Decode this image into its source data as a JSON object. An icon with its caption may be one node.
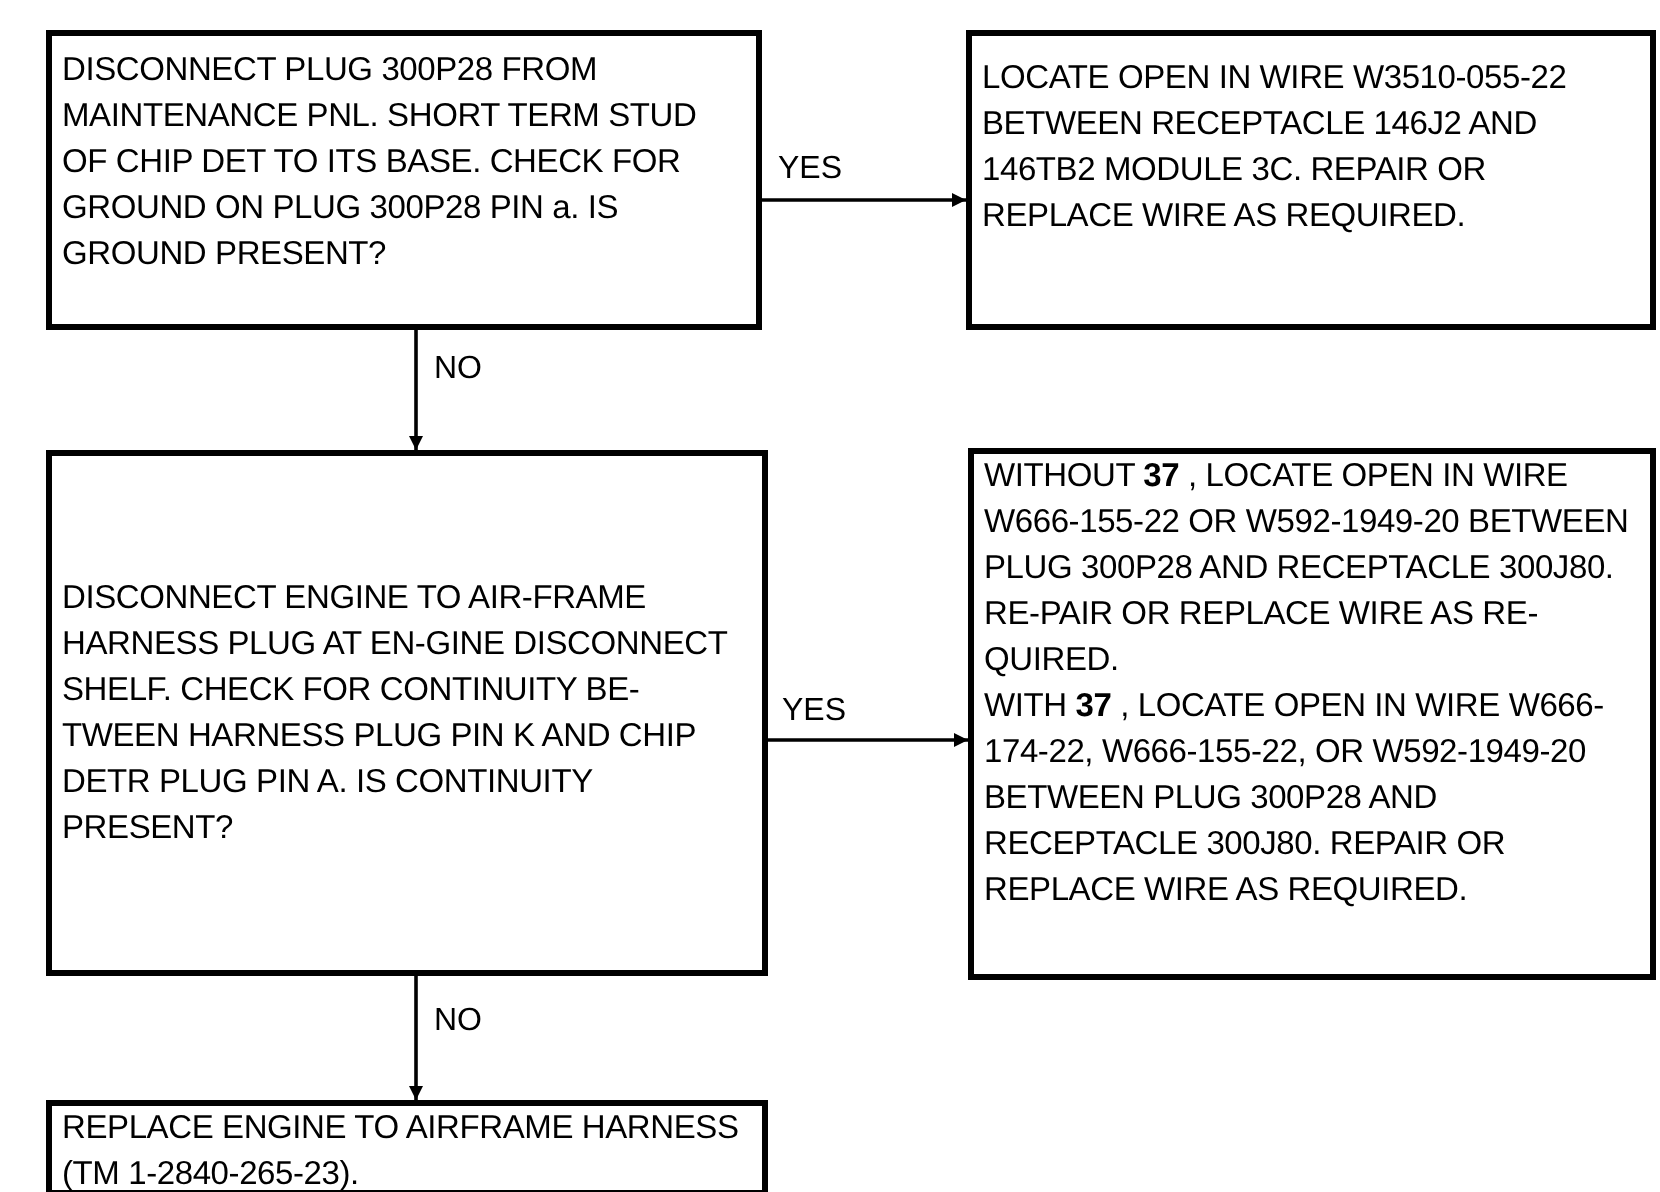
{
  "diagram": {
    "nodes": [
      {
        "text": [
          "DISCONNECT PLUG 300P28 FROM MAINTENANCE PNL. SHORT TERM STUD OF CHIP DET TO ITS BASE. CHECK FOR GROUND ON PLUG 300P28 PIN a. IS GROUND PRESENT?"
        ]
      },
      {
        "text": [
          "LOCATE OPEN IN WIRE W3510-055-22 BETWEEN RECEPTACLE 146J2 AND 146TB2 MODULE 3C. REPAIR OR REPLACE WIRE AS REQUIRED."
        ]
      },
      {
        "text": [
          "DISCONNECT ENGINE TO AIR-FRAME HARNESS PLUG AT EN-GINE DISCONNECT SHELF. CHECK FOR CONTINUITY BE-TWEEN HARNESS PLUG PIN K AND CHIP DETR PLUG PIN A. IS CONTINUITY PRESENT?"
        ]
      },
      {
        "text": [
          "WITHOUT **37** , LOCATE OPEN IN WIRE W666-155-22 OR W592-1949-20 BETWEEN PLUG 300P28 AND RECEPTACLE 300J80. RE-PAIR OR REPLACE WIRE AS RE-QUIRED.",
          "WITH **37** , LOCATE OPEN IN WIRE W666-174-22, W666-155-22, OR W592-1949-20 BETWEEN PLUG 300P28 AND RECEPTACLE 300J80. REPAIR OR REPLACE WIRE AS REQUIRED."
        ]
      },
      {
        "text": [
          "REPLACE ENGINE TO AIRFRAME HARNESS (TM 1-2840-265-23)."
        ]
      }
    ],
    "edges": [
      {
        "from": 0,
        "to": 1,
        "arrow": "to",
        "label": "YES"
      },
      {
        "from": 0,
        "to": 2,
        "arrow": "to",
        "label": "NO"
      },
      {
        "from": 2,
        "to": 3,
        "arrow": "to",
        "label": "YES"
      },
      {
        "from": 2,
        "to": 4,
        "arrow": "to",
        "label": "NO"
      }
    ]
  }
}
